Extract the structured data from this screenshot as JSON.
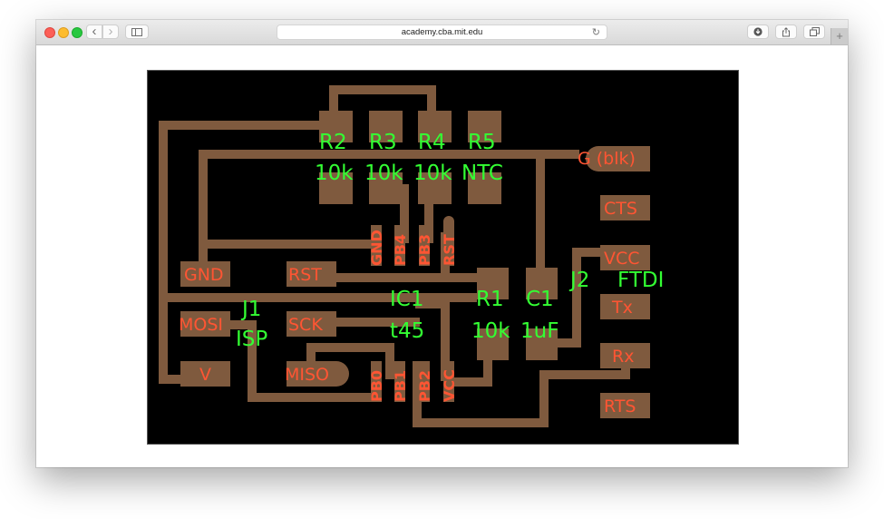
{
  "browser": {
    "url": "academy.cba.mit.edu",
    "icons": {
      "back": "chevron-left-icon",
      "forward": "chevron-right-icon",
      "sidebar": "sidebar-icon",
      "reload": "reload-icon",
      "download": "download-icon",
      "share": "share-icon",
      "tabs": "tabs-icon",
      "new_tab": "plus-icon"
    },
    "glyphs": {
      "back": "‹",
      "forward": "›",
      "reload": "↻",
      "new_tab": "+"
    }
  },
  "board": {
    "colors": {
      "background": "#000000",
      "copper": "#7f5a3e",
      "pad_label": "#ff5533",
      "component_label": "#33ff33"
    },
    "components": [
      {
        "ref": "R2",
        "value": "10k"
      },
      {
        "ref": "R3",
        "value": "10k"
      },
      {
        "ref": "R4",
        "value": "10k"
      },
      {
        "ref": "R5",
        "value": "NTC"
      },
      {
        "ref": "R1",
        "value": "10k"
      },
      {
        "ref": "C1",
        "value": "1uF"
      },
      {
        "ref": "IC1",
        "value": "t45"
      },
      {
        "ref": "J1",
        "value": "ISP"
      },
      {
        "ref": "J2",
        "value": "FTDI"
      }
    ],
    "isp_pads": [
      "GND",
      "RST",
      "MOSI",
      "SCK",
      "V",
      "MISO"
    ],
    "ic_pins_top": [
      "GND",
      "PB4",
      "PB3",
      "RST"
    ],
    "ic_pins_bottom": [
      "PB0",
      "PB1",
      "PB2",
      "VCC"
    ],
    "ftdi_pads": [
      "G (blk)",
      "CTS",
      "VCC",
      "Tx",
      "Rx",
      "RTS"
    ]
  }
}
